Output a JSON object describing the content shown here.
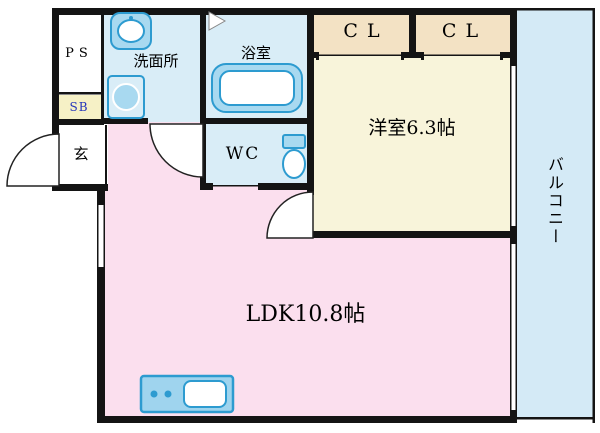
{
  "title": "apartment-floor-plan",
  "colors": {
    "wall": "#141414",
    "white": "#ffffff",
    "ldk": "#fbdfee",
    "western_room": "#f8f4da",
    "closet": "#f3e2c4",
    "water": "#d9edf7",
    "balcony": "#d4eaf6",
    "shoe_box": "#f6f1c6",
    "fixture_stroke": "#2d9bd0",
    "fixture_fill": "#a8d9f0",
    "kitchen_fill": "#9fd4ee",
    "sb_text": "#2233bb"
  },
  "rooms": {
    "ps": {
      "label": "PS"
    },
    "sb": {
      "label": "SB"
    },
    "entrance": {
      "label": "玄"
    },
    "washroom": {
      "label": "洗面所"
    },
    "bathroom": {
      "label": "浴室"
    },
    "wc": {
      "label": "WC"
    },
    "closet1": {
      "label": "CL"
    },
    "closet2": {
      "label": "CL"
    },
    "western_room": {
      "label": "洋室6.3帖"
    },
    "ldk": {
      "label": "LDK10.8帖"
    },
    "balcony": {
      "label": "バルコニー"
    }
  }
}
